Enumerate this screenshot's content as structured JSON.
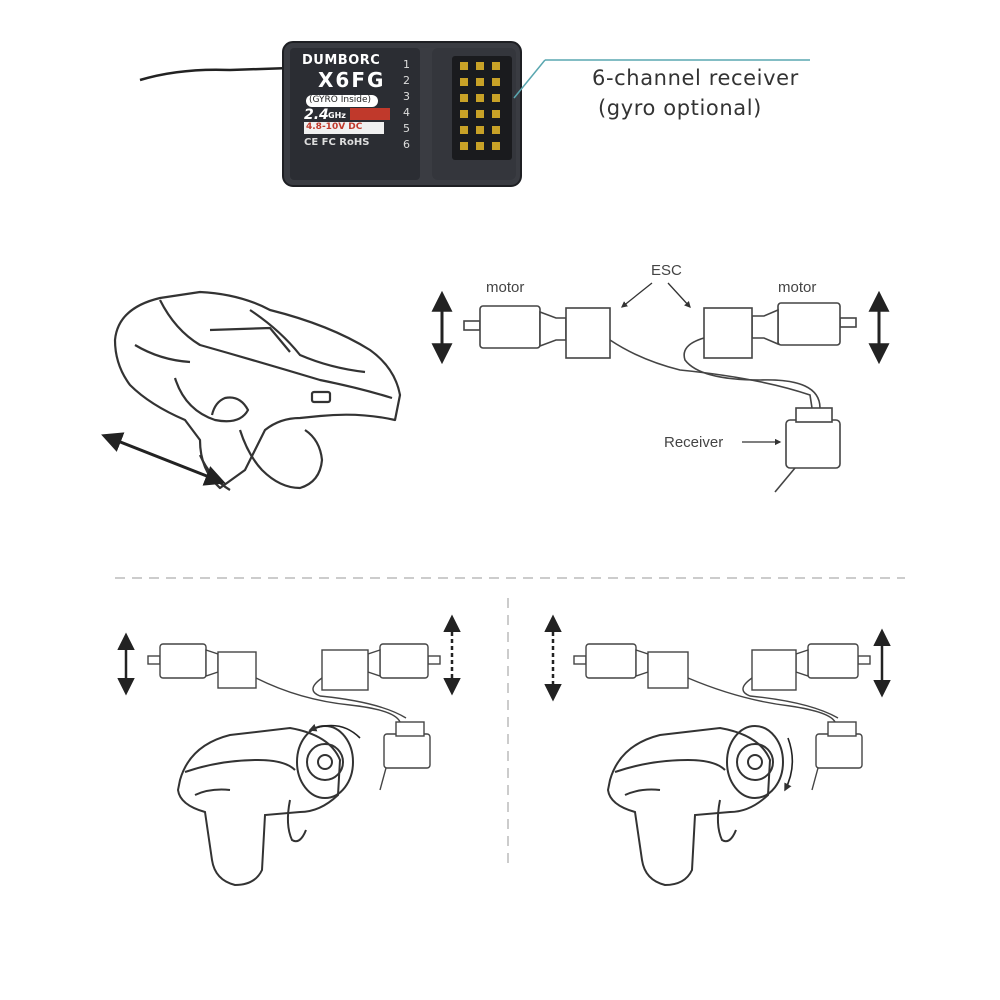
{
  "receiver": {
    "brand": "DUMBORC",
    "model": "X6FG",
    "gyro_badge": "(GYRO Inside)",
    "band": "2.4",
    "band_unit": "GHz",
    "voltage": "4.8-10V DC",
    "certs": "CE FC RoHS",
    "channels": [
      "1",
      "2",
      "3",
      "4",
      "5",
      "6"
    ],
    "callout_line1": "6-channel receiver",
    "callout_line2": "(gyro optional)"
  },
  "wiring": {
    "esc_label": "ESC",
    "motor_left_label": "motor",
    "motor_right_label": "motor",
    "receiver_label": "Receiver"
  },
  "colors": {
    "receiver_body": "#2b2d33",
    "callout_line": "#5aa7b0",
    "line_art": "#333333",
    "divider": "#bbbbbb"
  }
}
